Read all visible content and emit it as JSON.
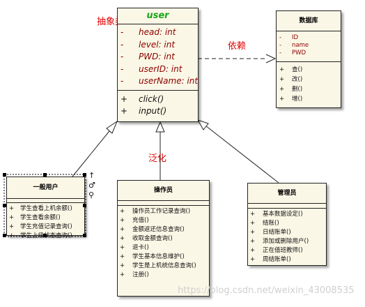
{
  "labels": {
    "abstract": "抽象类",
    "dependency": "依赖",
    "generalization": "泛化"
  },
  "user_class": {
    "name": "user",
    "attributes": [
      {
        "vis": "-",
        "text": "head:  int"
      },
      {
        "vis": "-",
        "text": "level:  int"
      },
      {
        "vis": "-",
        "text": "PWD:  int"
      },
      {
        "vis": "-",
        "text": "userID:  int"
      },
      {
        "vis": "-",
        "text": "userName:  int"
      }
    ],
    "operations": [
      {
        "vis": "+",
        "text": "click()"
      },
      {
        "vis": "+",
        "text": "input()"
      }
    ]
  },
  "db_class": {
    "name": "数据库",
    "attributes": [
      {
        "vis": "-",
        "text": "ID"
      },
      {
        "vis": "-",
        "text": "name"
      },
      {
        "vis": "-",
        "text": "PWD"
      }
    ],
    "operations": [
      {
        "vis": "+",
        "text": "查()"
      },
      {
        "vis": "+",
        "text": "改()"
      },
      {
        "vis": "+",
        "text": "删()"
      },
      {
        "vis": "+",
        "text": "增()"
      }
    ]
  },
  "general_user_class": {
    "name": "一般用户",
    "operations": [
      {
        "vis": "+",
        "text": "学生查看上机余额()"
      },
      {
        "vis": "+",
        "text": "学生查看余额()"
      },
      {
        "vis": "+",
        "text": "学生充值记录查询()"
      },
      {
        "vis": "+",
        "text": "学生上级状态查询()"
      }
    ]
  },
  "operator_class": {
    "name": "操作员",
    "operations": [
      {
        "vis": "+",
        "text": "操作员工作记录查询()"
      },
      {
        "vis": "+",
        "text": "充值()"
      },
      {
        "vis": "+",
        "text": "金额返还信息查询()"
      },
      {
        "vis": "+",
        "text": "收取金额查询()"
      },
      {
        "vis": "+",
        "text": "退卡()"
      },
      {
        "vis": "+",
        "text": "学生基本信息维护()"
      },
      {
        "vis": "+",
        "text": "学生是上机统信息查询()"
      },
      {
        "vis": "+",
        "text": "注册()"
      }
    ]
  },
  "admin_class": {
    "name": "管理员",
    "operations": [
      {
        "vis": "+",
        "text": "基本数据设定()"
      },
      {
        "vis": "+",
        "text": "结账()"
      },
      {
        "vis": "+",
        "text": "日结账单()"
      },
      {
        "vis": "+",
        "text": "添加或删除用户()"
      },
      {
        "vis": "+",
        "text": "正在值班教师()"
      },
      {
        "vis": "+",
        "text": "周结账单()"
      }
    ]
  },
  "watermark": "https://blog.csdn.net/weixin_43008535"
}
